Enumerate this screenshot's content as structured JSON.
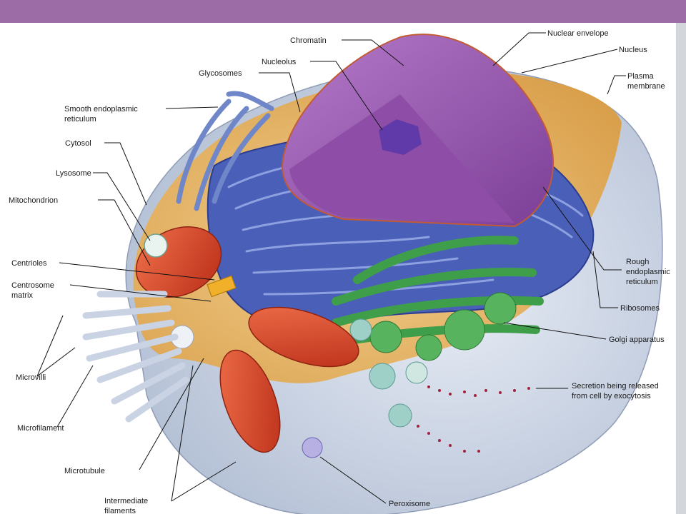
{
  "colors": {
    "header_bar": "#9b6ca6",
    "right_strip": "#d3d6db",
    "cytosol": "#e4b062",
    "membrane": "#c9d3e3",
    "nucleus": "#9a56b2",
    "rough_er": "#4a5fb8",
    "smooth_er": "#6f86c8",
    "golgi": "#3f9e4a",
    "mitochondrion": "#d9482a",
    "vesicle": "#9fd0c8",
    "ribosome": "#a2223c"
  },
  "labels": {
    "chromatin": "Chromatin",
    "nucleolus": "Nucleolus",
    "glycosomes": "Glycosomes",
    "smooth_er_1": "Smooth endoplasmic",
    "smooth_er_2": "reticulum",
    "cytosol": "Cytosol",
    "lysosome": "Lysosome",
    "mitochondrion": "Mitochondrion",
    "centrioles": "Centrioles",
    "centrosome_1": "Centrosome",
    "centrosome_2": "matrix",
    "microvilli": "Microvilli",
    "microfilament": "Microfilament",
    "microtubule": "Microtubule",
    "intermediate_1": "Intermediate",
    "intermediate_2": "filaments",
    "nuclear_envelope": "Nuclear envelope",
    "nucleus": "Nucleus",
    "plasma_membrane_1": "Plasma",
    "plasma_membrane_2": "membrane",
    "rough_er_1": "Rough",
    "rough_er_2": "endoplasmic",
    "rough_er_3": "reticulum",
    "ribosomes": "Ribosomes",
    "golgi": "Golgi apparatus",
    "secretion_1": "Secretion being released",
    "secretion_2": "from cell by exocytosis",
    "peroxisome": "Peroxisome"
  }
}
